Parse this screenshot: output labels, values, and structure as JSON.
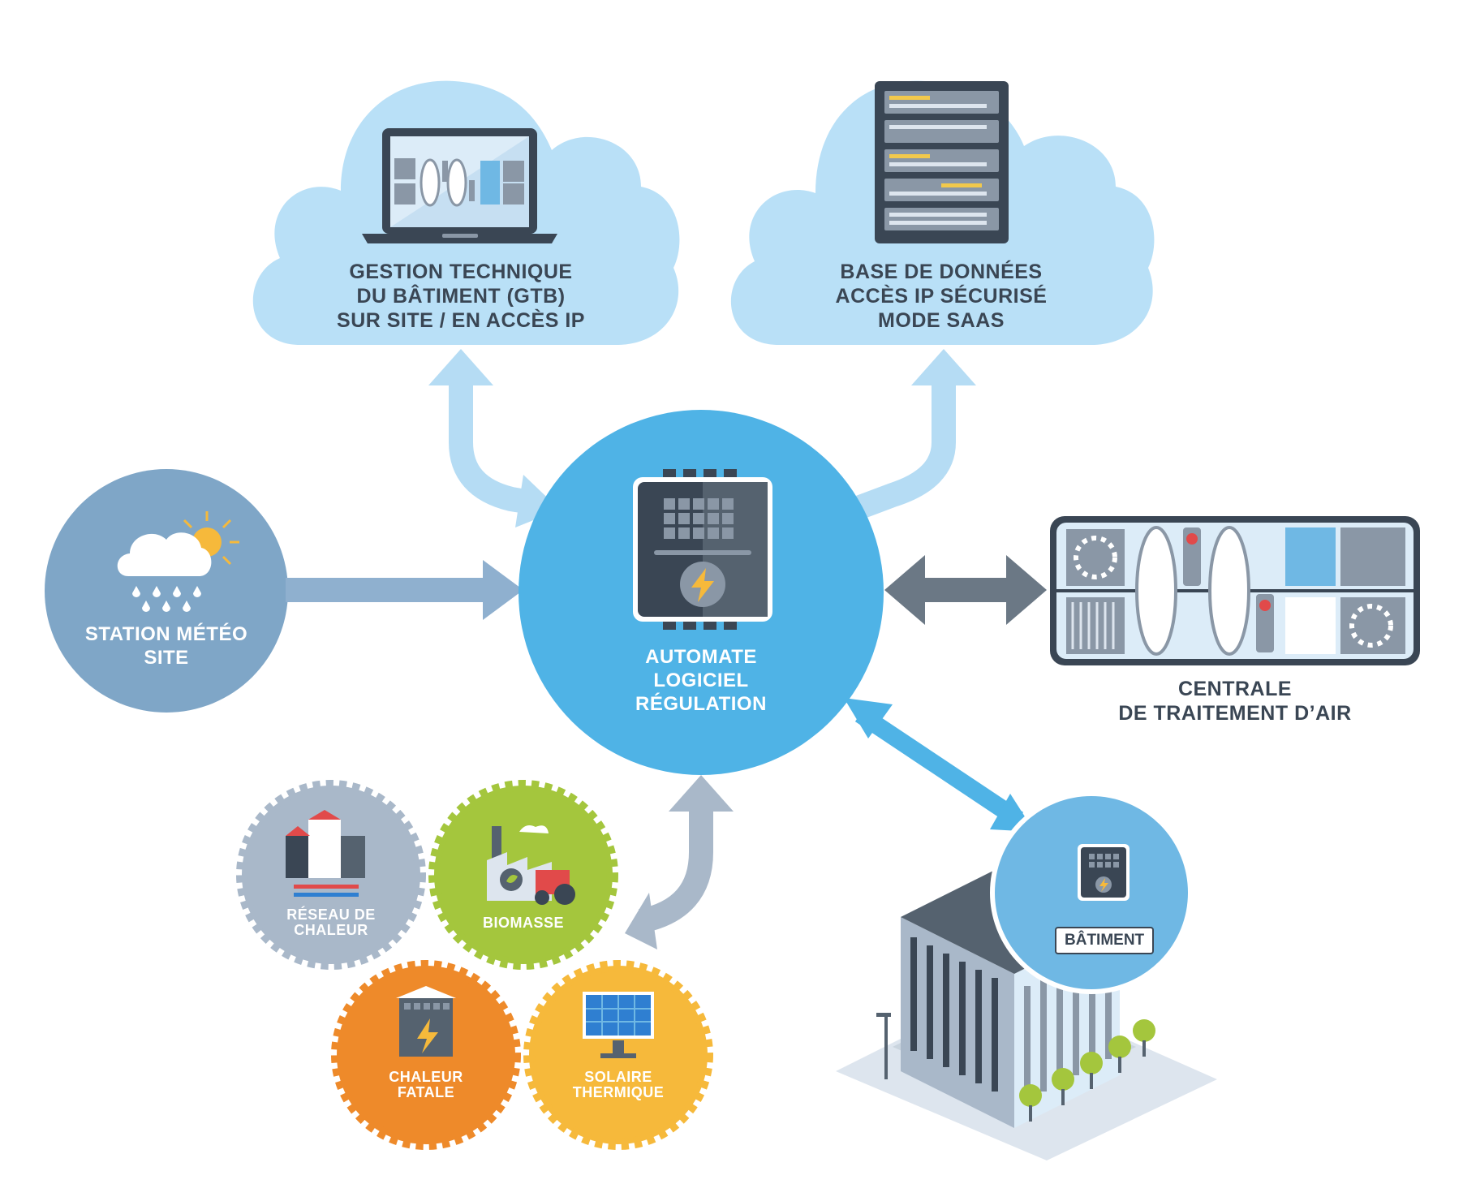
{
  "colors": {
    "cloud": "#b9e0f7",
    "center_circle": "#4fb3e6",
    "weather_circle": "#7fa6c7",
    "arrow_light": "#b5dcf4",
    "arrow_gray_blue": "#8fb0cf",
    "arrow_dark": "#6b7885",
    "arrow_blue": "#4fb3e6",
    "badge_gray": "#a9b8c9",
    "badge_green": "#a4c63d",
    "badge_orange": "#ee8a2a",
    "badge_yellow": "#f6b93b"
  },
  "nodes": {
    "gtb": {
      "lines": [
        "GESTION TECHNIQUE",
        "DU BÂTIMENT (GTB)",
        "SUR SITE / EN ACCÈS IP"
      ],
      "icon": "laptop-icon"
    },
    "database": {
      "lines": [
        "BASE DE DONNÉES",
        "ACCÈS IP SÉCURISÉ",
        "MODE SAAS"
      ],
      "icon": "server-rack-icon"
    },
    "weather": {
      "lines": [
        "STATION MÉTÉO",
        "SITE"
      ],
      "icon": "weather-cloud-sun-rain-icon"
    },
    "controller": {
      "lines": [
        "AUTOMATE",
        "LOGICIEL",
        "RÉGULATION"
      ],
      "icon": "controller-lightning-icon"
    },
    "ahu": {
      "lines": [
        "CENTRALE",
        "DE TRAITEMENT D’AIR"
      ],
      "icon": "air-handling-unit-icon"
    },
    "building": {
      "tag": "BÂTIMENT",
      "icon": "office-building-icon"
    }
  },
  "sources": [
    {
      "lines": [
        "RÉSEAU DE",
        "CHALEUR"
      ],
      "icon": "district-heating-icon"
    },
    {
      "lines": [
        "BIOMASSE"
      ],
      "icon": "biomass-factory-tractor-icon"
    },
    {
      "lines": [
        "CHALEUR",
        "FATALE"
      ],
      "icon": "waste-heat-building-icon"
    },
    {
      "lines": [
        "SOLAIRE",
        "THERMIQUE"
      ],
      "icon": "solar-panel-icon"
    }
  ]
}
